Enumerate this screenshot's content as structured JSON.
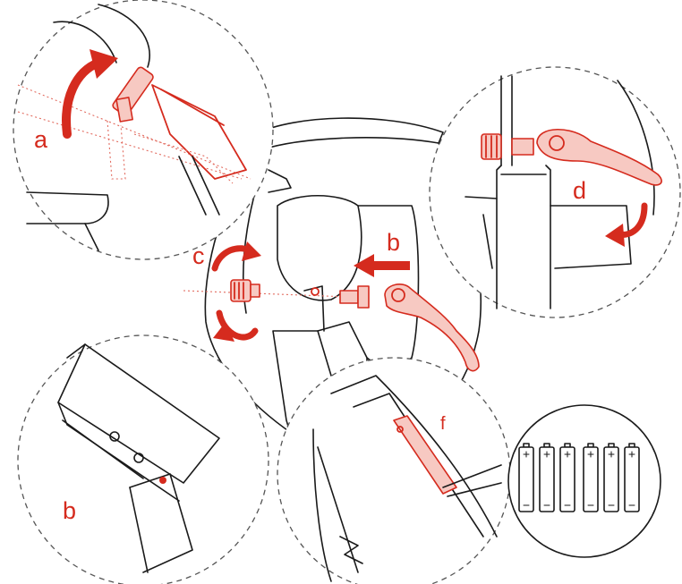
{
  "colors": {
    "accent": "#d52b1e",
    "line": "#1a1a1a",
    "highlight": "#f7c9c2"
  },
  "callouts": {
    "a": "a",
    "b_top": "b",
    "c": "c",
    "d": "d",
    "b_bottom": "b",
    "f": "f"
  },
  "batteries": {
    "count": 6
  },
  "icons": [
    "quick-release-lever",
    "knob",
    "rotate-arrow",
    "push-arrow",
    "battery"
  ]
}
